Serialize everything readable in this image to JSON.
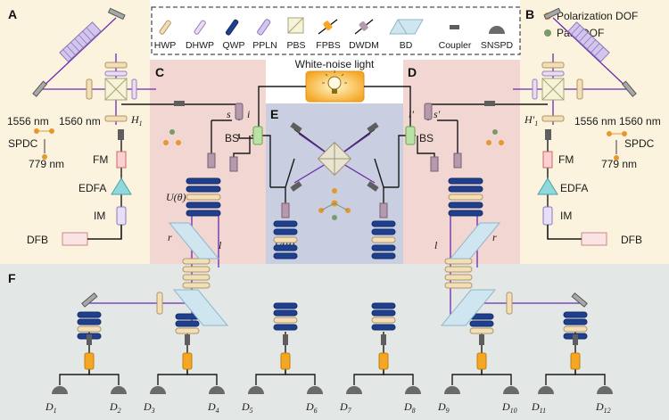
{
  "colors": {
    "panel_yellow": "#fbf3dd",
    "panel_pink": "#f1d6d2",
    "panel_blue": "#c9cfe0",
    "panel_gray": "#e3e7e6",
    "fiber": "#1b1b1b",
    "laser_path": "#6c2bb0",
    "plate_tan": "#f3dfb7",
    "plate_border": "#b29466",
    "qwp_navy": "#1f3f8f",
    "ppln_lilac": "#d3c6ee",
    "coupler": "#5e5e5e",
    "wdm": "#b59aad",
    "fpbs": "#f5a623",
    "detector": "#6a6a6a",
    "polarization_dot": "#e8962e",
    "path_dot": "#7a9a6b"
  },
  "legend": {
    "items": [
      {
        "label": "HWP",
        "icon": "hwp-icon"
      },
      {
        "label": "DHWP",
        "icon": "dhwp-icon"
      },
      {
        "label": "QWP",
        "icon": "qwp-icon"
      },
      {
        "label": "PPLN",
        "icon": "ppln-icon"
      },
      {
        "label": "PBS",
        "icon": "pbs-icon"
      },
      {
        "label": "FPBS",
        "icon": "fpbs-icon"
      },
      {
        "label": "DWDM",
        "icon": "dwdm-icon"
      },
      {
        "label": "BD",
        "icon": "bd-icon"
      },
      {
        "label": "Coupler",
        "icon": "coupler-icon"
      },
      {
        "label": "SNSPD",
        "icon": "snspd-icon"
      }
    ],
    "dof": [
      {
        "label": "Polarization DOF",
        "color": "#e8962e"
      },
      {
        "label": "Path DOF",
        "color": "#7a9a6b"
      }
    ]
  },
  "panels": {
    "A": "A",
    "B": "B",
    "C": "C",
    "D": "D",
    "E": "E",
    "F": "F"
  },
  "source_left": {
    "wl_a": "1556 nm",
    "wl_b": "1560 nm",
    "pump": "779 nm",
    "spdc": "SPDC",
    "h": "H",
    "h_sub": "1",
    "fm": "FM",
    "edfa": "EDFA",
    "im": "IM",
    "dfb": "DFB"
  },
  "source_right": {
    "wl_a": "1556 nm",
    "wl_b": "1560 nm",
    "pump": "779 nm",
    "spdc": "SPDC",
    "h": "H",
    "h_sub": "1",
    "h_prime": "′",
    "fm": "FM",
    "edfa": "EDFA",
    "im": "IM",
    "dfb": "DFB"
  },
  "center": {
    "white_noise": "White-noise light",
    "u_theta": "U(θ)"
  },
  "port_labels": {
    "s": "s",
    "i": "i",
    "i_prime": "i'",
    "s_prime": "s'",
    "bs": "BS",
    "r": "r",
    "l": "l"
  },
  "detectors": [
    {
      "d": "D",
      "sub": "1"
    },
    {
      "d": "D",
      "sub": "2"
    },
    {
      "d": "D",
      "sub": "3"
    },
    {
      "d": "D",
      "sub": "4"
    },
    {
      "d": "D",
      "sub": "5"
    },
    {
      "d": "D",
      "sub": "6"
    },
    {
      "d": "D",
      "sub": "7"
    },
    {
      "d": "D",
      "sub": "8"
    },
    {
      "d": "D",
      "sub": "9"
    },
    {
      "d": "D",
      "sub": "10"
    },
    {
      "d": "D",
      "sub": "11"
    },
    {
      "d": "D",
      "sub": "12"
    }
  ]
}
